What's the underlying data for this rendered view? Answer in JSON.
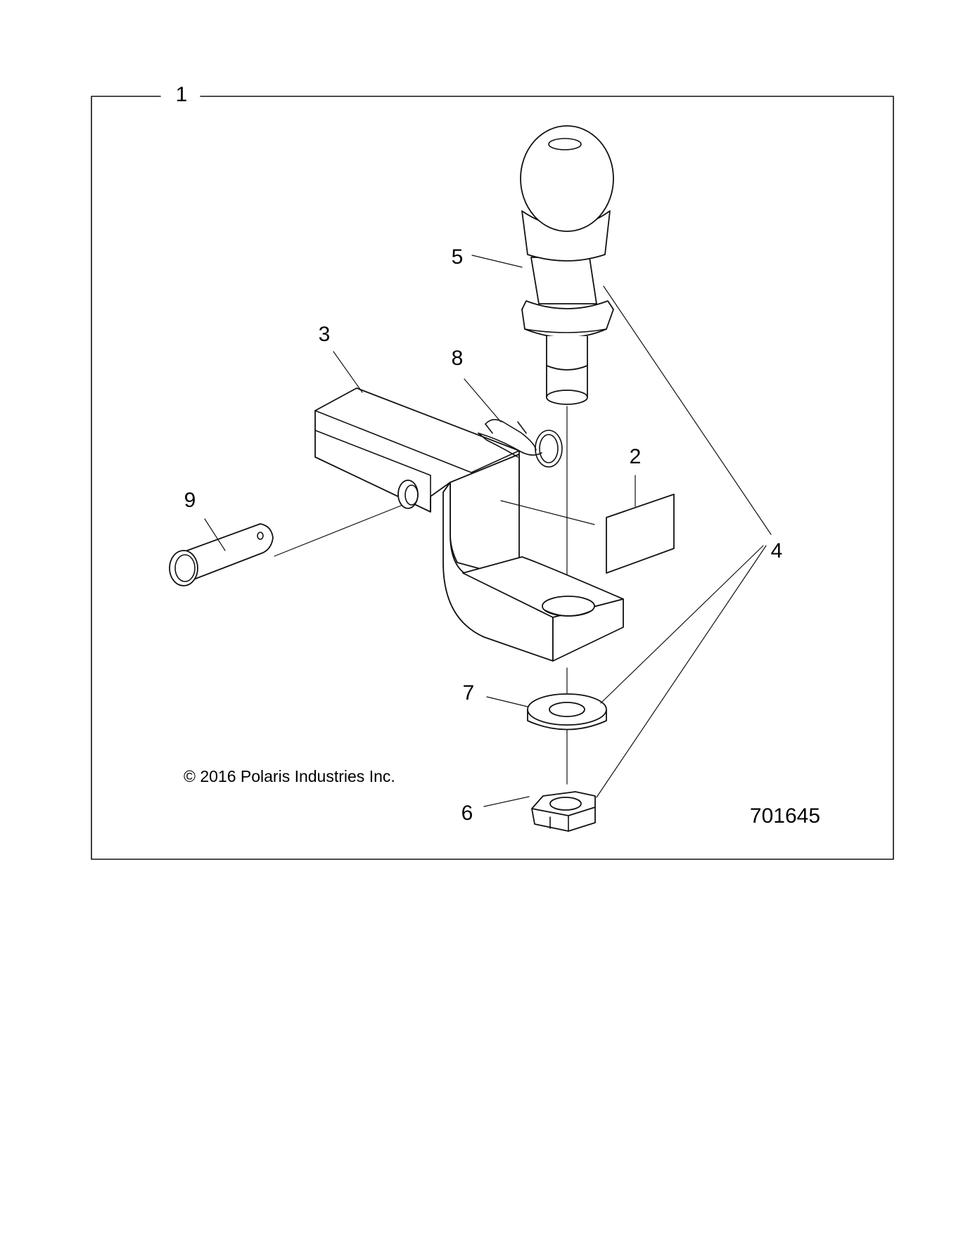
{
  "diagram": {
    "frame_label": "1",
    "copyright": "© 2016 Polaris Industries Inc.",
    "figure_number": "701645",
    "callouts": {
      "c2": "2",
      "c3": "3",
      "c4": "4",
      "c5": "5",
      "c6": "6",
      "c7": "7",
      "c8": "8",
      "c9": "9"
    },
    "parts": [
      "hitch-ball",
      "ball-mount",
      "decal",
      "washer",
      "hex-nut",
      "hitch-pin",
      "hair-pin-clip"
    ]
  }
}
